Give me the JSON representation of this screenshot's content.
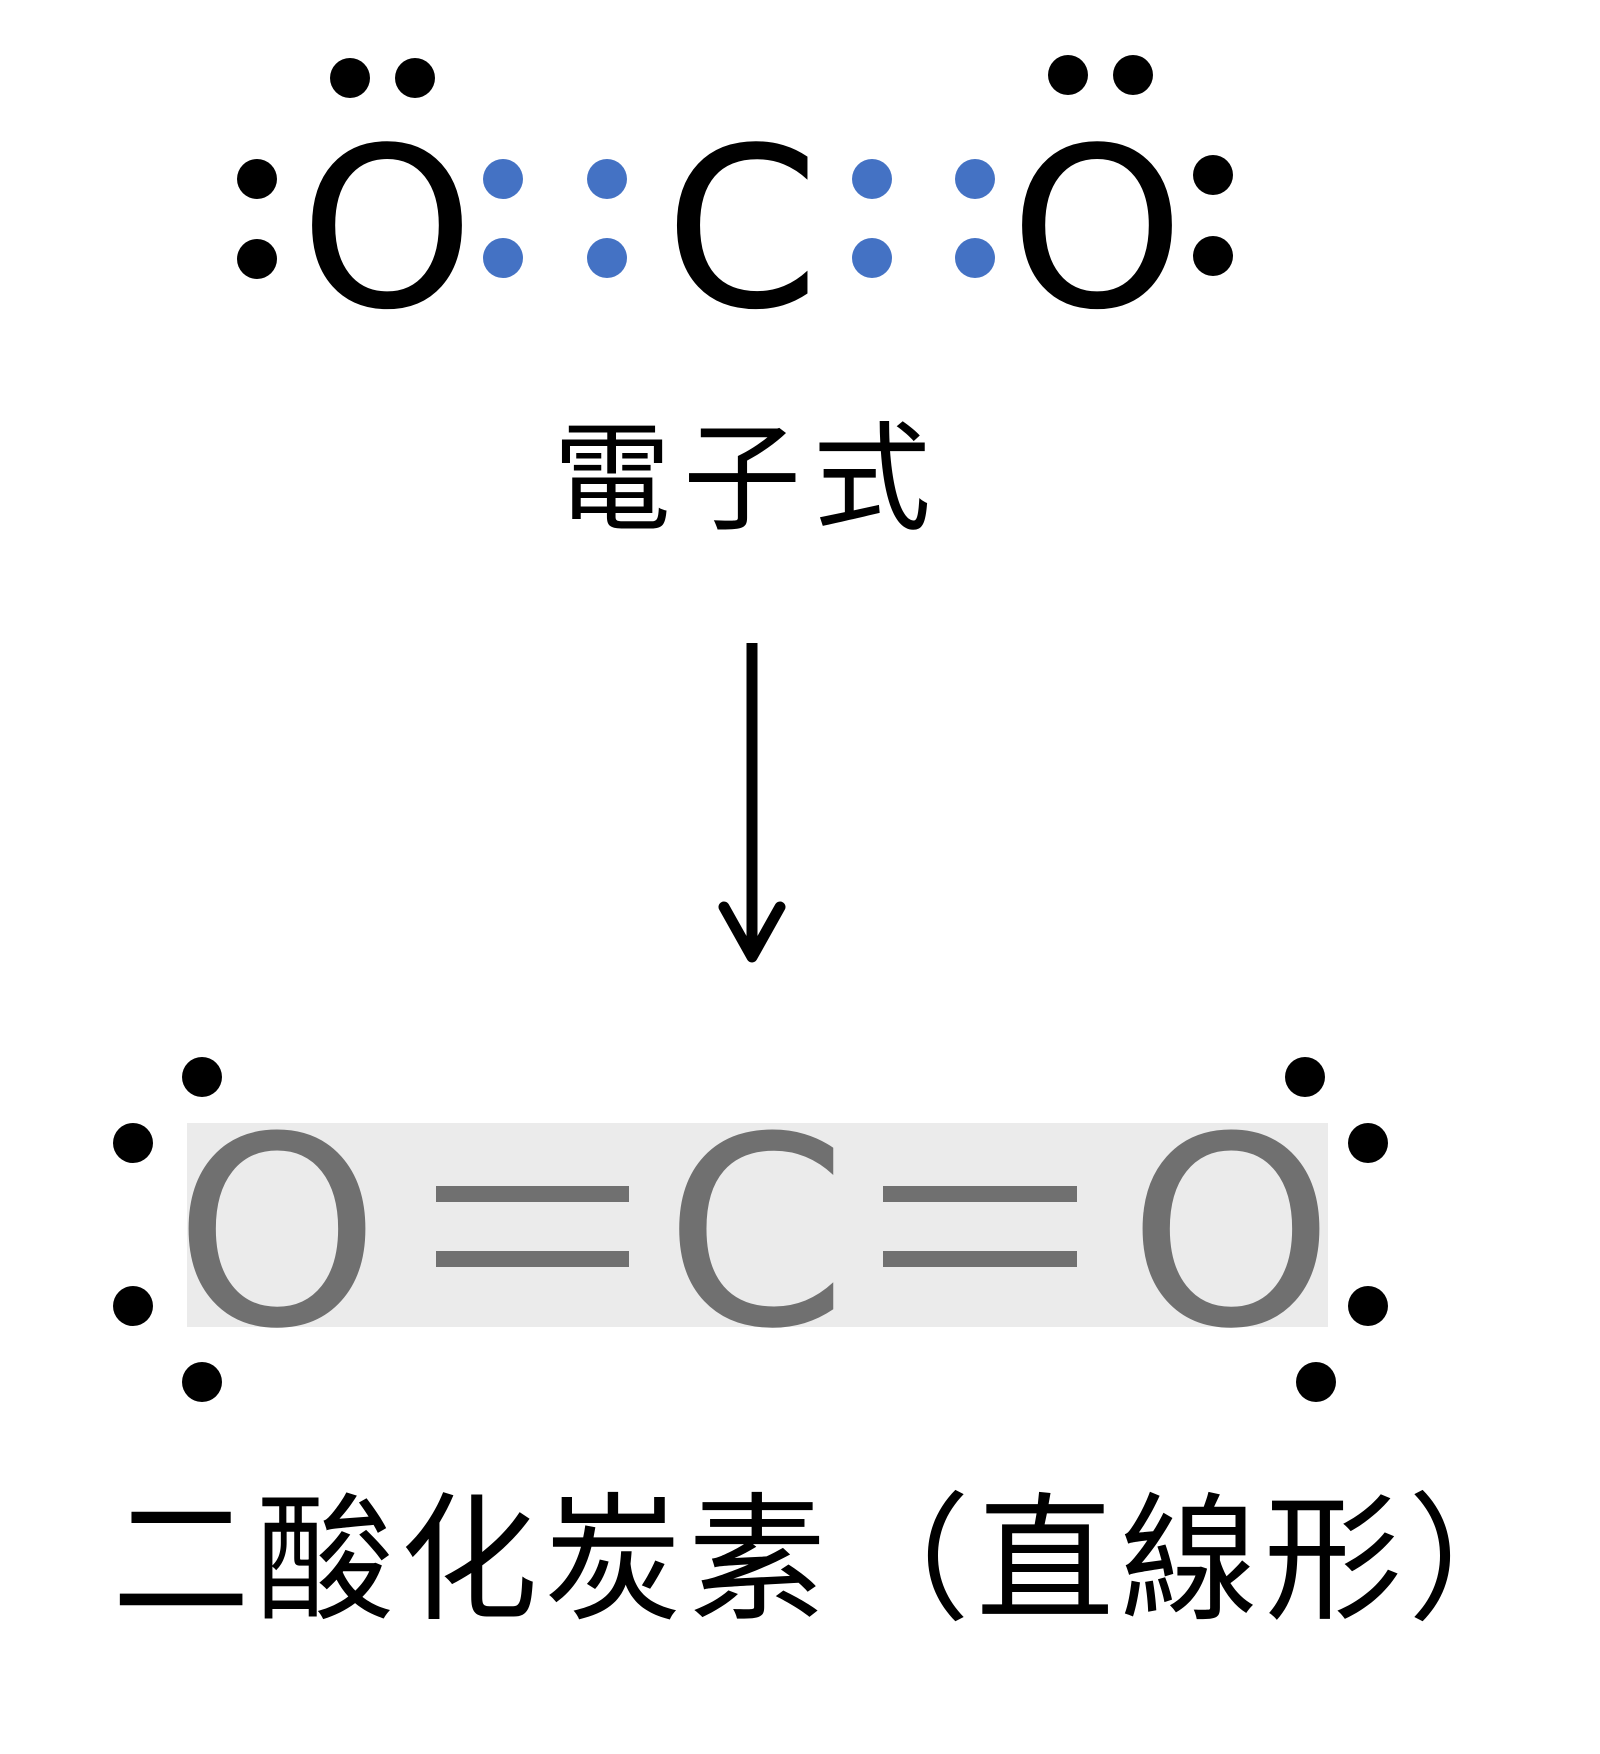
{
  "lewis_structure": {
    "atoms": [
      "O",
      "C",
      "O"
    ],
    "label": "電子式",
    "colors": {
      "atom": "#000000",
      "lone_pair": "#000000",
      "bonding_pair": "#4472C4"
    },
    "lone_pairs_per_oxygen": 2,
    "bonding_electrons": 8
  },
  "transition": {
    "icon": "arrow-down-icon"
  },
  "structural_formula": {
    "atoms": [
      "O",
      "C",
      "O"
    ],
    "bond": "double",
    "caption": "二酸化炭素（直線形）",
    "colors": {
      "atom": "#707070",
      "highlight": "#EBEBEB",
      "lone_pair": "#000000"
    }
  }
}
